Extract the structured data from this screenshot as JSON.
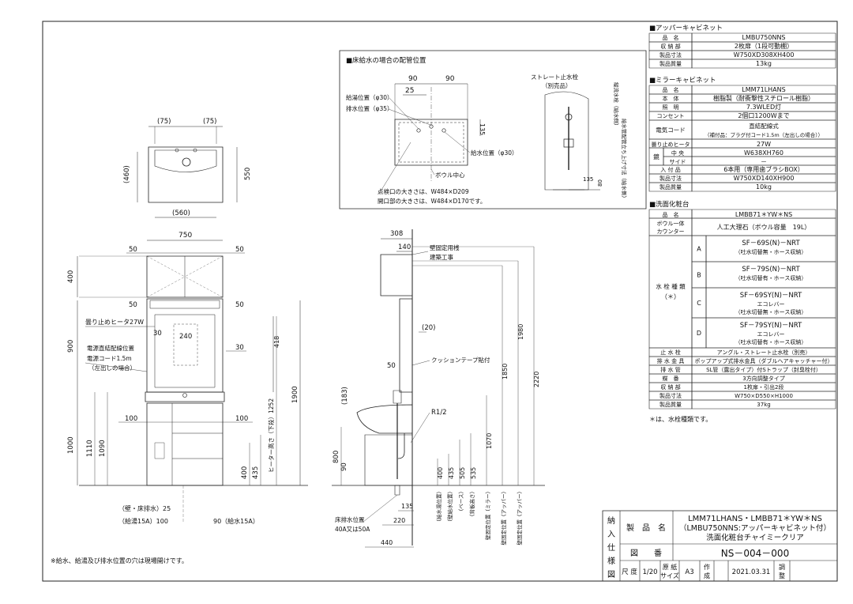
{
  "floor_box": {
    "title": "■床給水の場合の配管位置",
    "dim_90a": "90",
    "dim_90b": "90",
    "dim_25": "25",
    "supply_label": "給湯位置（φ30）",
    "drain_label": "排水位置（φ35）",
    "water_label": "給水位置（φ30）",
    "bowl_center": "ボウル中心",
    "dim_135": "135",
    "note1": "点検口の大きさは、W484×D209",
    "note2": "開口部の大きさは、W484×D170です。",
    "valve_label1": "ストレート止水栓",
    "valve_label2": "（別売品）",
    "vert1": "縦流水栓（給水側）",
    "vert2": "給水管配管立ち上げ寸法（給水側）",
    "dim_135b": "135",
    "dim_80": "80"
  },
  "top_view": {
    "d75a": "(75)",
    "d75b": "(75)",
    "d460": "(460)",
    "d550": "550",
    "d560": "(560)"
  },
  "front_view": {
    "w750": "750",
    "d50a": "50",
    "d50b": "50",
    "d400": "400",
    "d50c": "50",
    "d50d": "50",
    "heater": "曇り止めヒータ27W",
    "d30a": "30",
    "d240": "240",
    "d30b": "30",
    "d418": "418",
    "cord1": "電源直結配線位置",
    "cord2": "電源コード1.5m",
    "cord3": "（左出しの場合）",
    "heater_h": "ヒーター高さ（下段）1252",
    "d900": "900",
    "d1000": "1000",
    "d1110": "1110",
    "d1090": "1090",
    "d1900": "1900",
    "d100a": "100",
    "d100b": "100",
    "d400b": "400",
    "d435": "435",
    "wall_drain": "（壁・床排水）25",
    "supply15": "（給湯15A）100",
    "water15": "90（給水15A）"
  },
  "side_view": {
    "d308": "308",
    "d140": "140",
    "wall_anchor1": "壁固定用桟",
    "wall_anchor2": "建築工事",
    "d20": "(20)",
    "d50": "50",
    "cushion": "クッションテープ貼付",
    "d183": "(183)",
    "r12": "R1/2",
    "d800": "800",
    "d90": "90",
    "d400": "400",
    "d435": "435",
    "d505": "505",
    "d535": "535",
    "d1070": "1070",
    "d1850": "1850",
    "d1980": "1980",
    "d2220": "2220",
    "d135": "135",
    "d220": "220",
    "d440": "440",
    "floor_drain1": "床排水位置",
    "floor_drain2": "40A又は50A",
    "vlabels": [
      "（給水湯位置）",
      "（壁給水位置）",
      "（ベース）",
      "（背板高さ）",
      "壁固定位置（ミラー）",
      "壁固定位置（アッパー）",
      "壁固定位置（アッパー）"
    ]
  },
  "upper_cab": {
    "title": "■アッパーキャビネット",
    "rows": [
      [
        "品　名",
        "LMBU750NNS"
      ],
      [
        "収 納 部",
        "2枚扉（1段可動棚）"
      ],
      [
        "製品寸法",
        "W750XD308XH400"
      ],
      [
        "製品質量",
        "13kg"
      ]
    ]
  },
  "mirror_cab": {
    "title": "■ミラーキャビネット",
    "rows": [
      [
        "品　名",
        "LMM71LHANS"
      ],
      [
        "本　体",
        "樹脂製（耐衝撃性スチロール樹脂）"
      ],
      [
        "照　明",
        "7.3WLED灯"
      ],
      [
        "コンセント",
        "2個口1200Wまで"
      ]
    ],
    "cord_label": "電気コード",
    "cord1": "直結配線式",
    "cord2": "（補付品：プラグ付コード1.5m（左出しの場合））",
    "heater_label": "曇り止めヒータ",
    "heater_val": "27W",
    "mirror_label": "鏡",
    "center_label": "中 央",
    "center_val": "W638XH760",
    "side_label": "サイド",
    "side_val": "－",
    "rows2": [
      [
        "入 付 品",
        "6本用（専用歯ブラシBOX）"
      ],
      [
        "製品寸法",
        "W750XD140XH900"
      ],
      [
        "製品質量",
        "10kg"
      ]
    ]
  },
  "vanity": {
    "title": "■洗面化粧台",
    "name_label": "品　名",
    "name_val": "LMBB71＊YW＊NS",
    "bowl_label1": "ボウル一体",
    "bowl_label2": "カウンター",
    "bowl_val": "人工大理石（ボウル容量　19L）",
    "faucet_label1": "水 栓 種 類",
    "faucet_label2": "（＊）",
    "faucets": [
      {
        "key": "A",
        "l1": "SF－69S(N)－NRT",
        "l2": "（吐水切替無・ホース収納）"
      },
      {
        "key": "B",
        "l1": "SF－79S(N)－NRT",
        "l2": "（吐水切替有・ホース収納）"
      },
      {
        "key": "C",
        "l1": "SF－69SY(N)－NRT",
        "l2": "エコレバー",
        "l3": "（吐水切替無・ホース収納）"
      },
      {
        "key": "D",
        "l1": "SF－79SY(N)－NRT",
        "l2": "エコレバー",
        "l3": "（吐水切替有・ホース収納）"
      }
    ],
    "rows": [
      [
        "止 水 栓",
        "アングル・ストレート止水栓（別売）"
      ],
      [
        "排 水 金 具",
        "ポップアップ式排水金具（ダブルヘアキャッチャー付）"
      ],
      [
        "排 水 管",
        "SL管（露出タイプ）付Sトラップ（封臭栓付）"
      ],
      [
        "蝶　番",
        "3方向調整タイプ"
      ],
      [
        "収 納 部",
        "1枚扉・引出2段"
      ],
      [
        "製品寸法",
        "W750×D550×H1000"
      ],
      [
        "製品質量",
        "37kg"
      ]
    ],
    "footnote": "＊は、水栓種類です。"
  },
  "title_block": {
    "side": [
      "納",
      "入",
      "仕",
      "様",
      "図"
    ],
    "product_label": "製　品　名",
    "product_l1": "LMM71LHANS・LMBB71＊YW＊NS",
    "product_l2": "（LMBU750NNS:アッパーキャビネット付）",
    "product_l3": "洗面化粧台チャイミークリア",
    "drawing_label": "図　　番",
    "drawing_no": "NS－004－000",
    "scale_label": "尺 度",
    "scale": "1/20",
    "paper_label1": "原 紙",
    "paper_label2": "サイズ",
    "paper": "A3",
    "made_label1": "作",
    "made_label2": "成",
    "date": "2021.03.31",
    "adj_label1": "調",
    "adj_label2": "整"
  },
  "bottom_note": "※給水、給湯及び排水位置の穴は現場開けです。"
}
